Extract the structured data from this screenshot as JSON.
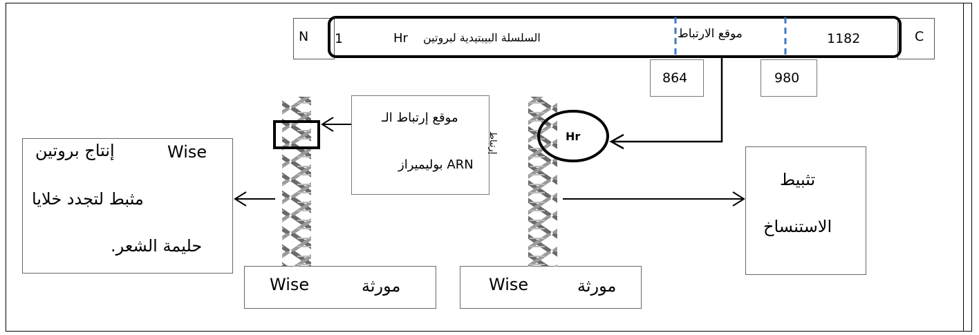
{
  "protein_bar": {
    "n_terminal": "N",
    "c_terminal": "C",
    "start_position": "1",
    "protein_name": "Hr",
    "chain_label": "السلسلة البيبتيدية لبروتين",
    "binding_site_label": "موقع الارتباط",
    "end_position": "1182",
    "site_start": "864",
    "site_end": "980"
  },
  "left_gene": {
    "rnap_site_label_line1": "موقع إرتباط الـ",
    "rnap_site_label_line2": "ARN بوليميراز",
    "gene_label": "مورثة",
    "gene_name": "Wise",
    "outcome_line1_ar": "إنتاج بروتين",
    "outcome_line1_en": "Wise",
    "outcome_line2": "مثبط لتجدد خلايا",
    "outcome_line3": "حليمة الشعر."
  },
  "right_gene": {
    "binding_text": "إرتباط",
    "bound_protein": "Hr",
    "gene_label": "مورثة",
    "gene_name": "Wise",
    "effect_line1": "تثبيط",
    "effect_line2": "الاستنساخ"
  }
}
